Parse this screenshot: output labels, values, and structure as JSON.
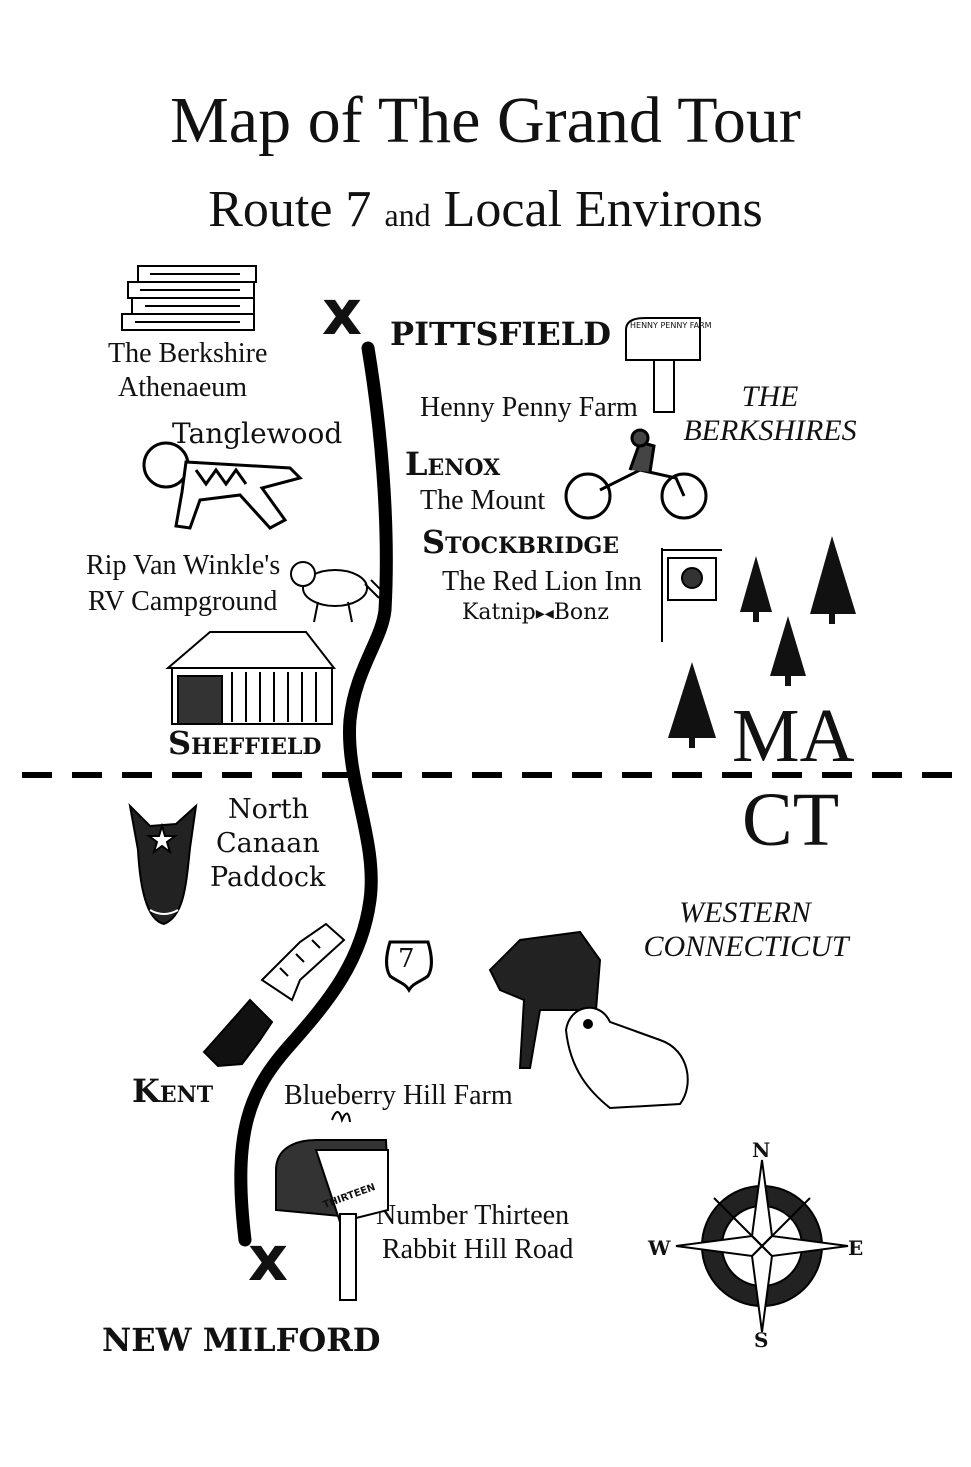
{
  "title": "Map of The Grand Tour",
  "subtitle": {
    "main_left": "Route 7",
    "connector": "and",
    "main_right": "Local Environs"
  },
  "route": {
    "shield_number": "7",
    "start_marker": "x",
    "end_marker": "x"
  },
  "towns": {
    "pittsfield": "PITTSFIELD",
    "lenox": "Lenox",
    "stockbridge": "Stockbridge",
    "sheffield": "Sheffield",
    "kent": "Kent",
    "new_milford": "NEW MILFORD"
  },
  "places": {
    "athenaeum_line1": "The Berkshire",
    "athenaeum_line2": "Athenaeum",
    "tanglewood": "Tanglewood",
    "rip_line1": "Rip Van Winkle's",
    "rip_line2": "RV Campground",
    "henny_penny": "Henny Penny Farm",
    "the_mount": "The Mount",
    "red_lion": "The Red Lion Inn",
    "katnip": "Katnip",
    "bonz": "Bonz",
    "paddock_line1": "North",
    "paddock_line2": "Canaan",
    "paddock_line3": "Paddock",
    "blueberry": "Blueberry Hill Farm",
    "rabbit_line1": "Number Thirteen",
    "rabbit_line2": "Rabbit Hill Road"
  },
  "regions": {
    "berkshires_line1": "THE",
    "berkshires_line2": "BERKSHIRES",
    "western_line1": "WESTERN",
    "western_line2": "CONNECTICUT"
  },
  "states": {
    "north": "MA",
    "south": "CT"
  },
  "compass": {
    "n": "N",
    "s": "S",
    "e": "E",
    "w": "W"
  },
  "illustration_text": {
    "mailbox_farm": "HENNY PENNY FARM",
    "mailbox_thirteen": "THIRTEEN"
  }
}
